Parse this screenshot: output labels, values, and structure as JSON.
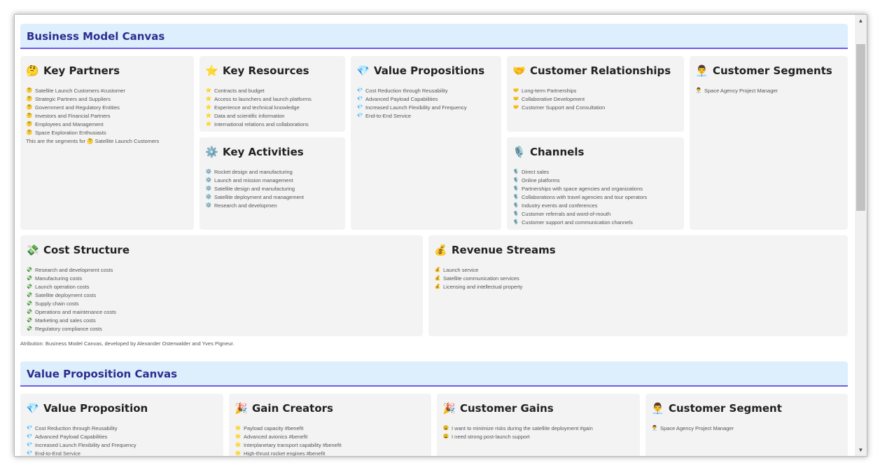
{
  "bmc": {
    "title": "Business Model Canvas",
    "key_partners": {
      "title": "Key Partners",
      "icon": "🤔",
      "items": [
        "Satellite Launch Customers #customer",
        "Strategic Partners and Suppliers",
        "Government and Regulatory Entities",
        "Investors and Financial Partners",
        "Employees and Management",
        "Space Exploration Enthusiasts"
      ],
      "note_prefix": "This are the segments for",
      "note_icon": "🤔",
      "note_suffix": "Satellite Launch Customers"
    },
    "key_resources": {
      "title": "Key Resources",
      "icon": "⭐",
      "items": [
        "Contracts and budget",
        "Access to launchers and launch platforms",
        "Experience and technical knowledge",
        "Data and scientific information",
        "International relations and collaborations"
      ]
    },
    "key_activities": {
      "title": "Key Activities",
      "icon": "⚙️",
      "items": [
        "Rocket design and manufacturing",
        "Launch and mission management",
        "Satellite design and manufacturing",
        "Satellite deployment and management",
        "Research and developmen"
      ]
    },
    "value_propositions": {
      "title": "Value Propositions",
      "icon": "💎",
      "items": [
        "Cost Reduction through Reusability",
        "Advanced Payload Capabilities",
        "Increased Launch Flexibility and Frequency",
        "End-to-End Service"
      ]
    },
    "customer_relationships": {
      "title": "Customer Relationships",
      "icon": "🤝",
      "items": [
        "Long-term Partnerships",
        "Collaborative Development",
        "Customer Support and Consultation"
      ]
    },
    "channels": {
      "title": "Channels",
      "icon": "🎙️",
      "items": [
        "Direct sales",
        "Online platforms",
        "Partnerships with space agencies and organizations",
        "Collaborations with travel agencies and tour operators",
        "Industry events and conferences",
        "Customer referrals and word-of-mouth",
        "Customer support and communication channels"
      ]
    },
    "customer_segments": {
      "title": "Customer Segments",
      "icon": "👨‍💼",
      "items": [
        "Space Agency Project Manager"
      ]
    },
    "cost_structure": {
      "title": "Cost Structure",
      "icon": "💸",
      "items": [
        "Research and development costs",
        "Manufacturing costs",
        "Launch operation costs",
        "Satellite deployment costs",
        "Supply chain costs",
        "Operations and maintenance costs",
        "Marketing and sales costs",
        "Regulatory compliance costs"
      ]
    },
    "revenue_streams": {
      "title": "Revenue Streams",
      "icon": "💰",
      "items": [
        "Launch service",
        "Satellite communication services",
        "Licensing and intellectual property"
      ]
    },
    "attribution": "Atribution: Business Model Canvas, developed by Alexander Osterwalder and Yves Pigneur."
  },
  "vpc": {
    "title": "Value Proposition Canvas",
    "value_proposition": {
      "title": "Value Proposition",
      "icon": "💎",
      "items": [
        "Cost Reduction through Reusability",
        "Advanced Payload Capabilities",
        "Increased Launch Flexibility and Frequency",
        "End-to-End Service"
      ]
    },
    "gain_creators": {
      "title": "Gain Creators",
      "icon": "🎉",
      "bullet_icon": "🌟",
      "items": [
        "Payload capacity #benefit",
        "Advanced avionics #benefit",
        "Interplanetary transport capability #benefit",
        "High-thrust rocket engines #benefit"
      ]
    },
    "customer_gains": {
      "title": "Customer Gains",
      "icon": "🎉",
      "bullet_icon": "😩",
      "items": [
        "I want to minimize risks during the satellite deployment #gain",
        "I need strong post-launch support"
      ]
    },
    "customer_segment": {
      "title": "Customer Segment",
      "icon": "👨‍💼",
      "items": [
        "Space Agency Project Manager"
      ]
    }
  },
  "colors": {
    "header_bg": "#ddeefc",
    "header_text": "#2d2d8f",
    "accent": "#6c5ce7",
    "card_bg": "#f3f3f3"
  }
}
